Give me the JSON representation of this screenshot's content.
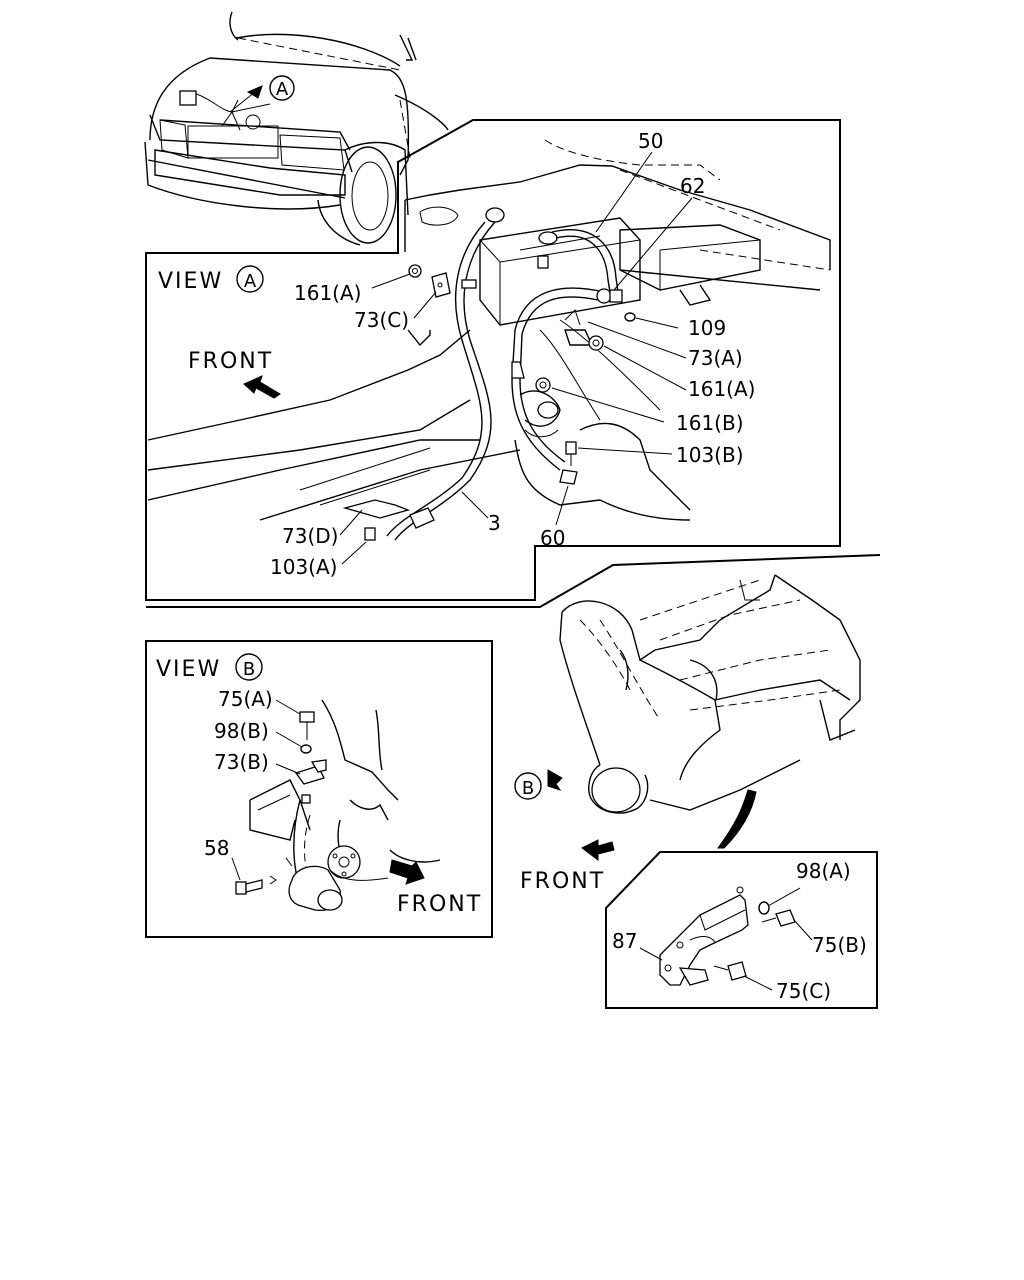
{
  "views": {
    "view_a": {
      "word": "VIEW",
      "letter": "A"
    },
    "view_b": {
      "word": "VIEW",
      "letter": "B"
    }
  },
  "front_labels": {
    "view_a": "FRONT",
    "view_b": "FRONT",
    "engine": "FRONT"
  },
  "markers": {
    "car_marker": "A",
    "engine_marker": "B"
  },
  "callouts": {
    "p50": "50",
    "p62": "62",
    "p109": "109",
    "p73a": "73(A)",
    "p161a_right": "161(A)",
    "p161b": "161(B)",
    "p103b": "103(B)",
    "p161a_left": "161(A)",
    "p73c": "73(C)",
    "p3": "3",
    "p60": "60",
    "p73d": "73(D)",
    "p103a": "103(A)",
    "p75a": "75(A)",
    "p98b": "98(B)",
    "p73b": "73(B)",
    "p58": "58",
    "p98a": "98(A)",
    "p87": "87",
    "p75b": "75(B)",
    "p75c": "75(C)"
  }
}
